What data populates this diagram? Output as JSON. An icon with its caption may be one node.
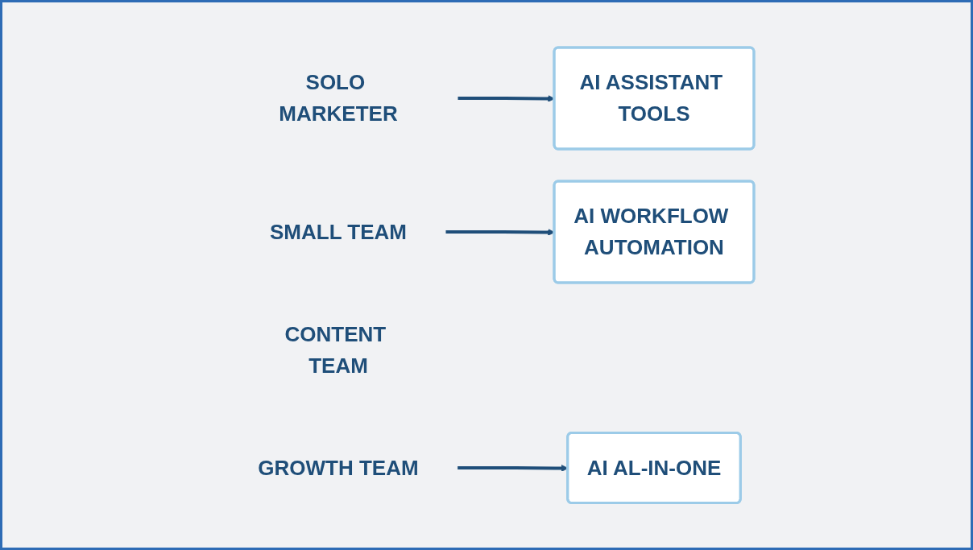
{
  "diagram": {
    "nodes": [
      {
        "text": [
          "SOLO MARKETER"
        ]
      },
      {
        "text": [
          "AI ASSISTANT TOOLS"
        ]
      },
      {
        "text": [
          "SMALL TEAM"
        ]
      },
      {
        "text": [
          "AI WORKFLOW AUTOMATION"
        ]
      },
      {
        "text": [
          "CONTENT TEAM"
        ]
      },
      {
        "text": [
          "GROWTH TEAM"
        ]
      },
      {
        "text": [
          "AI AL-IN-ONE"
        ]
      }
    ],
    "edges": [
      {
        "from": 0,
        "to": 1,
        "arrow": "to"
      },
      {
        "from": 2,
        "to": 3,
        "arrow": "to"
      },
      {
        "from": 5,
        "to": 6,
        "arrow": "to"
      }
    ]
  }
}
